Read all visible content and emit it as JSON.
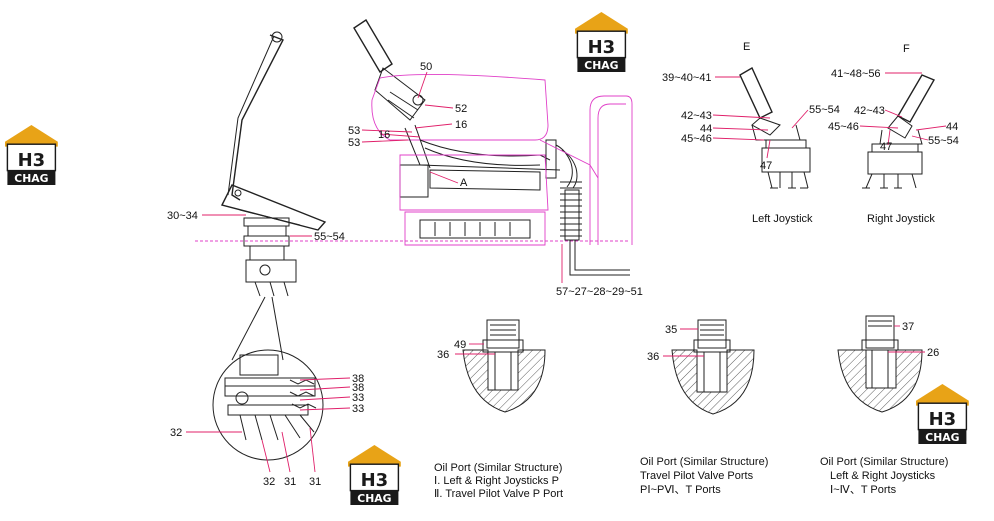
{
  "logo": {
    "mark": "H3",
    "brand": "CHAG"
  },
  "joystick_titles": {
    "E": "E",
    "F": "F"
  },
  "joystick_captions": {
    "left": "Left Joystick",
    "right": "Right Joystick"
  },
  "labels": {
    "l_30_34": "30~34",
    "l_55_54_main": "55~54",
    "l_50": "50",
    "l_52": "52",
    "l_53a": "53",
    "l_16a": "16",
    "l_16b": "16",
    "l_53b": "53",
    "l_A": "A",
    "l_57_51": "57~27~28~29~51",
    "l_38a": "38",
    "l_38b": "38",
    "l_33a": "33",
    "l_33b": "33",
    "l_32": "32",
    "l_32b": "32",
    "l_31a": "31",
    "l_31b": "31",
    "e_39_41": "39~40~41",
    "e_55_54": "55~54",
    "e_42_43": "42~43",
    "e_44": "44",
    "e_45_46": "45~46",
    "e_47": "47",
    "f_41_56": "41~48~56",
    "f_42_43": "42~43",
    "f_45_46": "45~46",
    "f_44": "44",
    "f_47": "47",
    "f_55_54": "55~54",
    "p1_49": "49",
    "p1_36": "36",
    "p2_35": "35",
    "p2_36": "36",
    "p3_37": "37",
    "p3_26": "26"
  },
  "port_captions": {
    "p1": [
      "Oil Port (Similar Structure)",
      "Ⅰ. Left & Right Joysticks P",
      "Ⅱ. Travel Pilot Valve P Port"
    ],
    "p2": [
      "Oil Port (Similar Structure)",
      "Travel Pilot Valve Ports",
      "PⅠ~PⅥ、T Ports"
    ],
    "p3": [
      "Oil Port (Similar Structure)",
      "Left & Right Joysticks",
      "Ⅰ~Ⅳ、T Ports"
    ]
  },
  "colors": {
    "leader": "#e0206a",
    "outline": "#e040c8",
    "logo_gold": "#e8a317",
    "logo_dark": "#1a1a1a"
  }
}
